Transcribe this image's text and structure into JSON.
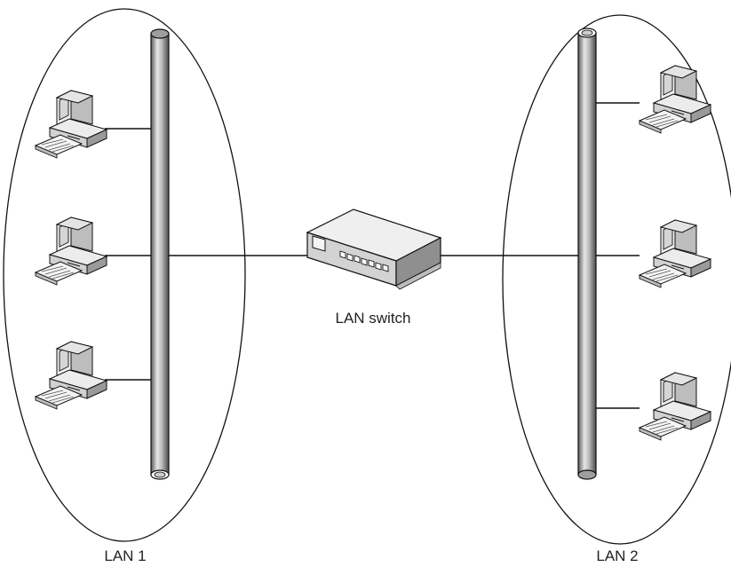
{
  "labels": {
    "lan1": "LAN 1",
    "lan2": "LAN 2",
    "switch": "LAN switch"
  },
  "colors": {
    "line": "#111111",
    "device_light": "#f2f2f2",
    "device_mid": "#c9c9c9",
    "device_dark": "#8c8c8c",
    "screen": "#d8d8d8"
  },
  "icons": {
    "workstation": "desktop-computer-icon",
    "switch": "network-switch-icon",
    "backbone": "cable-backbone"
  }
}
